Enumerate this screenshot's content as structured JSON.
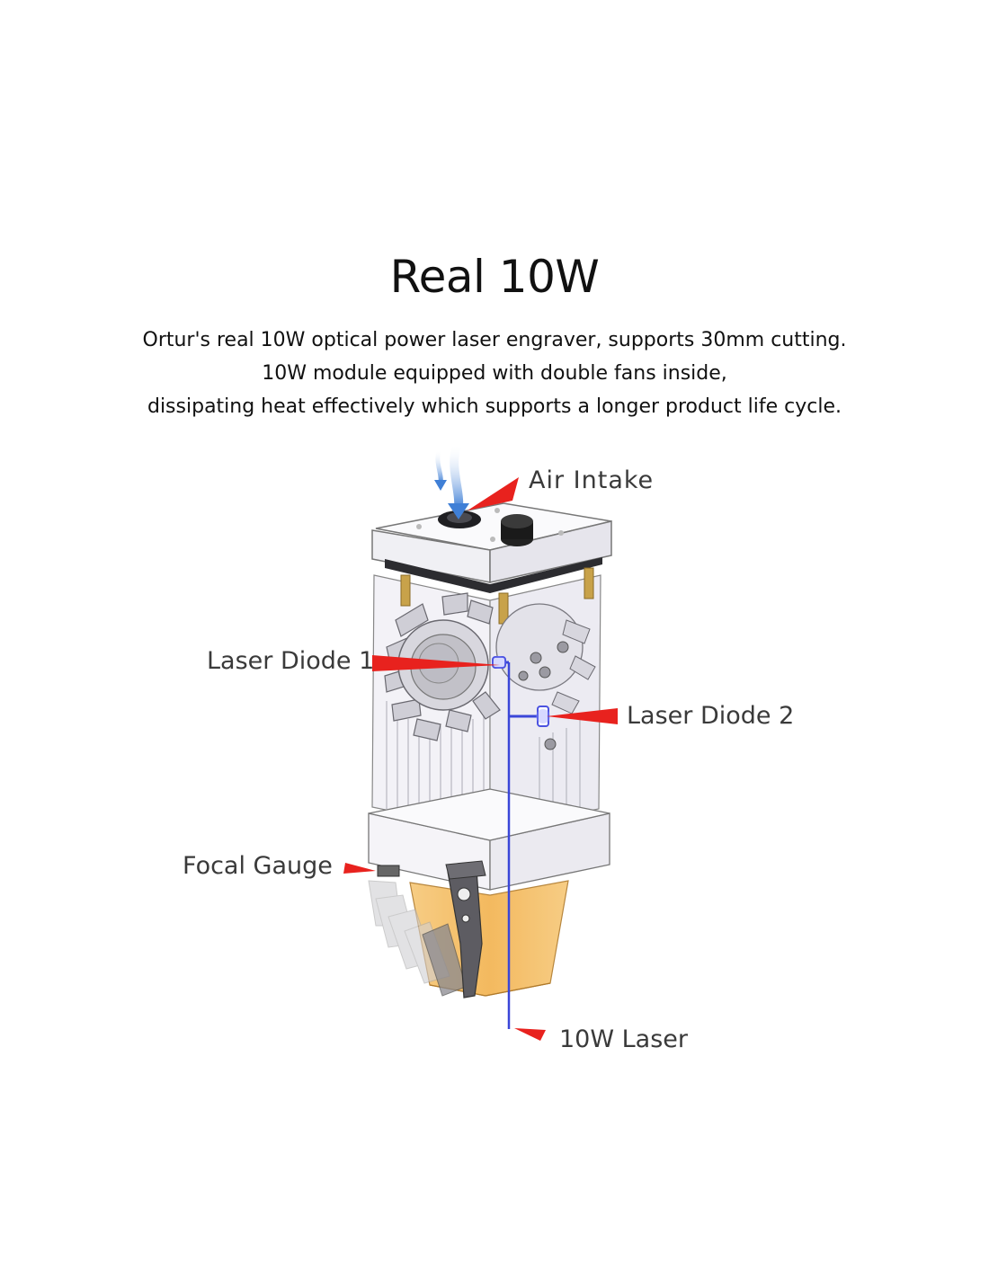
{
  "header": {
    "title": "Real 10W",
    "description_lines": [
      "Ortur's real 10W optical power laser engraver, supports 30mm cutting.",
      "10W module equipped with double fans inside,",
      "dissipating heat effectively which supports a longer product life cycle."
    ]
  },
  "callouts": {
    "air_intake": "Air Intake",
    "laser_diode_1": "Laser Diode 1",
    "laser_diode_2": "Laser Diode 2",
    "focal_gauge": "Focal Gauge",
    "laser_10w": "10W Laser"
  },
  "colors": {
    "pointer_red": "#e8221e",
    "airflow_blue": "#4a86d8",
    "laser_blue": "#3a46d8",
    "lens_orange": "#f4b558",
    "housing_white": "#f5f4f8",
    "heatsink_gray": "#c9c8cf"
  }
}
